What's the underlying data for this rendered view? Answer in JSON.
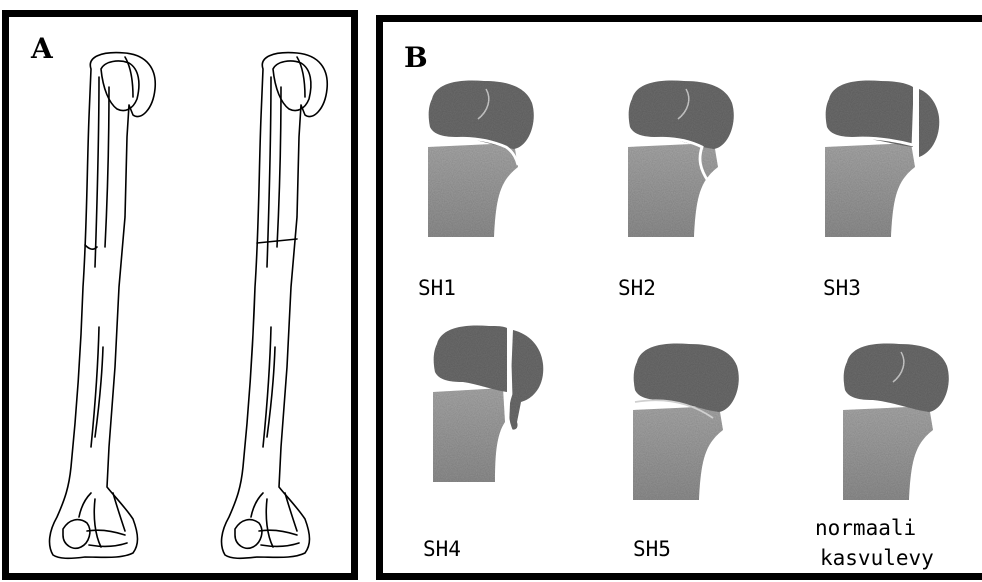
{
  "panel_a": {
    "letter": "A"
  },
  "panel_b": {
    "letter": "B",
    "captions": [
      "SH1",
      "SH2",
      "SH3",
      "SH4",
      "SH5"
    ],
    "normal_line1": "normaali",
    "normal_line2": "kasvulevy"
  },
  "colors": {
    "border": "#000000",
    "bone_shaft": "#9a9a9a",
    "epiphysis": "#6d6d6d",
    "fracture": "#ffffff"
  }
}
